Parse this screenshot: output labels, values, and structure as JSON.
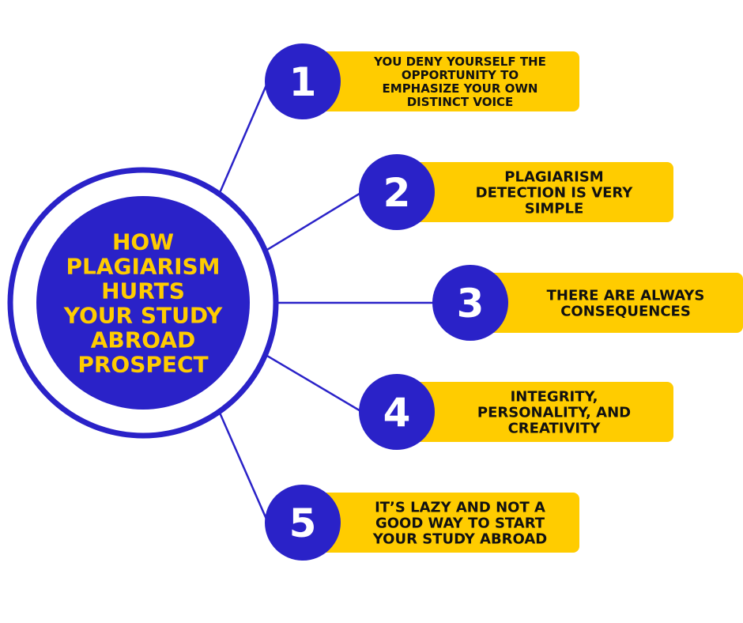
{
  "hub": {
    "title_lines": [
      "HOW",
      "PLAGIARISM",
      "HURTS",
      "YOUR STUDY",
      "ABROAD",
      "PROSPECT"
    ]
  },
  "items": [
    {
      "number": "1",
      "text_lines": [
        "YOU DENY YOURSELF THE",
        "OPPORTUNITY TO",
        "EMPHASIZE YOUR OWN",
        "DISTINCT VOICE"
      ]
    },
    {
      "number": "2",
      "text_lines": [
        "PLAGIARISM",
        "DETECTION IS VERY",
        "SIMPLE"
      ]
    },
    {
      "number": "3",
      "text_lines": [
        "THERE ARE ALWAYS",
        "CONSEQUENCES"
      ]
    },
    {
      "number": "4",
      "text_lines": [
        "INTEGRITY,",
        "PERSONALITY, AND",
        "CREATIVITY"
      ]
    },
    {
      "number": "5",
      "text_lines": [
        "IT’S LAZY AND NOT A",
        "GOOD WAY TO START",
        "YOUR STUDY ABROAD"
      ]
    }
  ],
  "colors": {
    "primary_blue": "#2a22c8",
    "accent_yellow": "#ffcc00",
    "label_text": "#111111",
    "number_text": "#ffffff",
    "background": "#ffffff"
  }
}
